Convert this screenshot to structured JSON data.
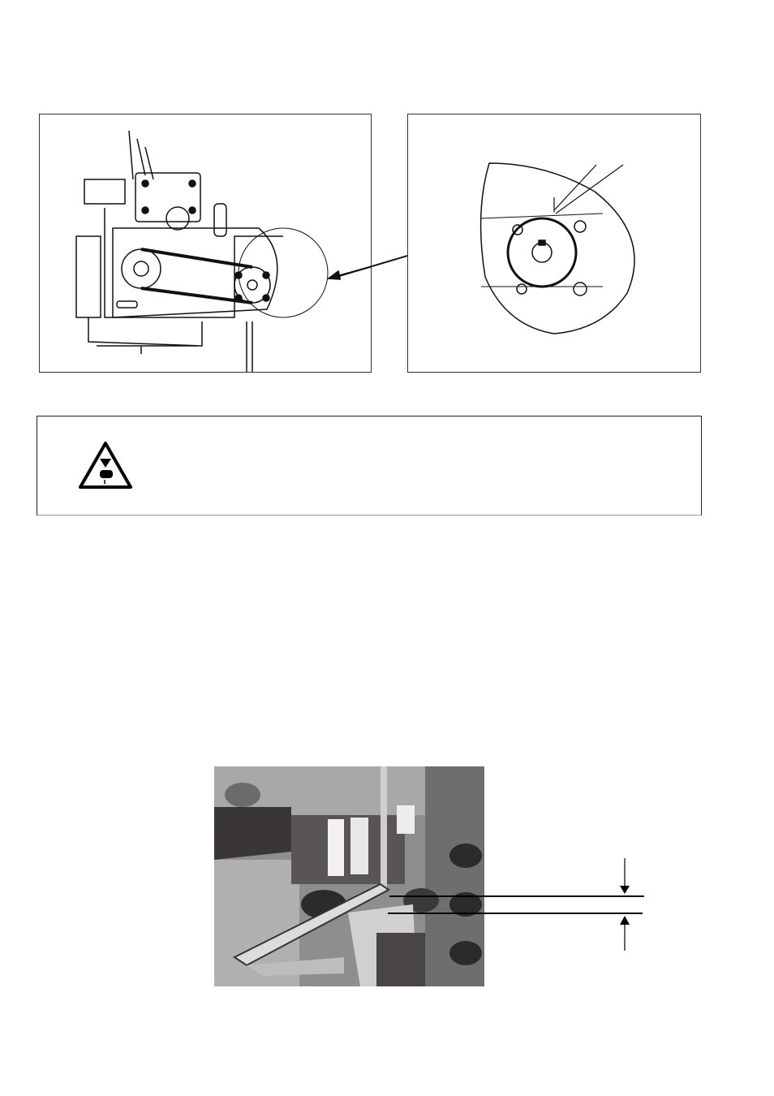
{
  "figures": {
    "machine_side_view": {
      "icon": "sewing-machine-side-view-drawing"
    },
    "pulley_detail": {
      "icon": "pulley-detail-drawing"
    },
    "warning": {
      "icon": "hand-injury-warning-icon"
    },
    "needle_photo": {
      "icon": "needle-and-looper-photo"
    }
  },
  "colors": {
    "line": "#111111",
    "frame": "#333333",
    "photo_bg": "#8a8a8a"
  }
}
